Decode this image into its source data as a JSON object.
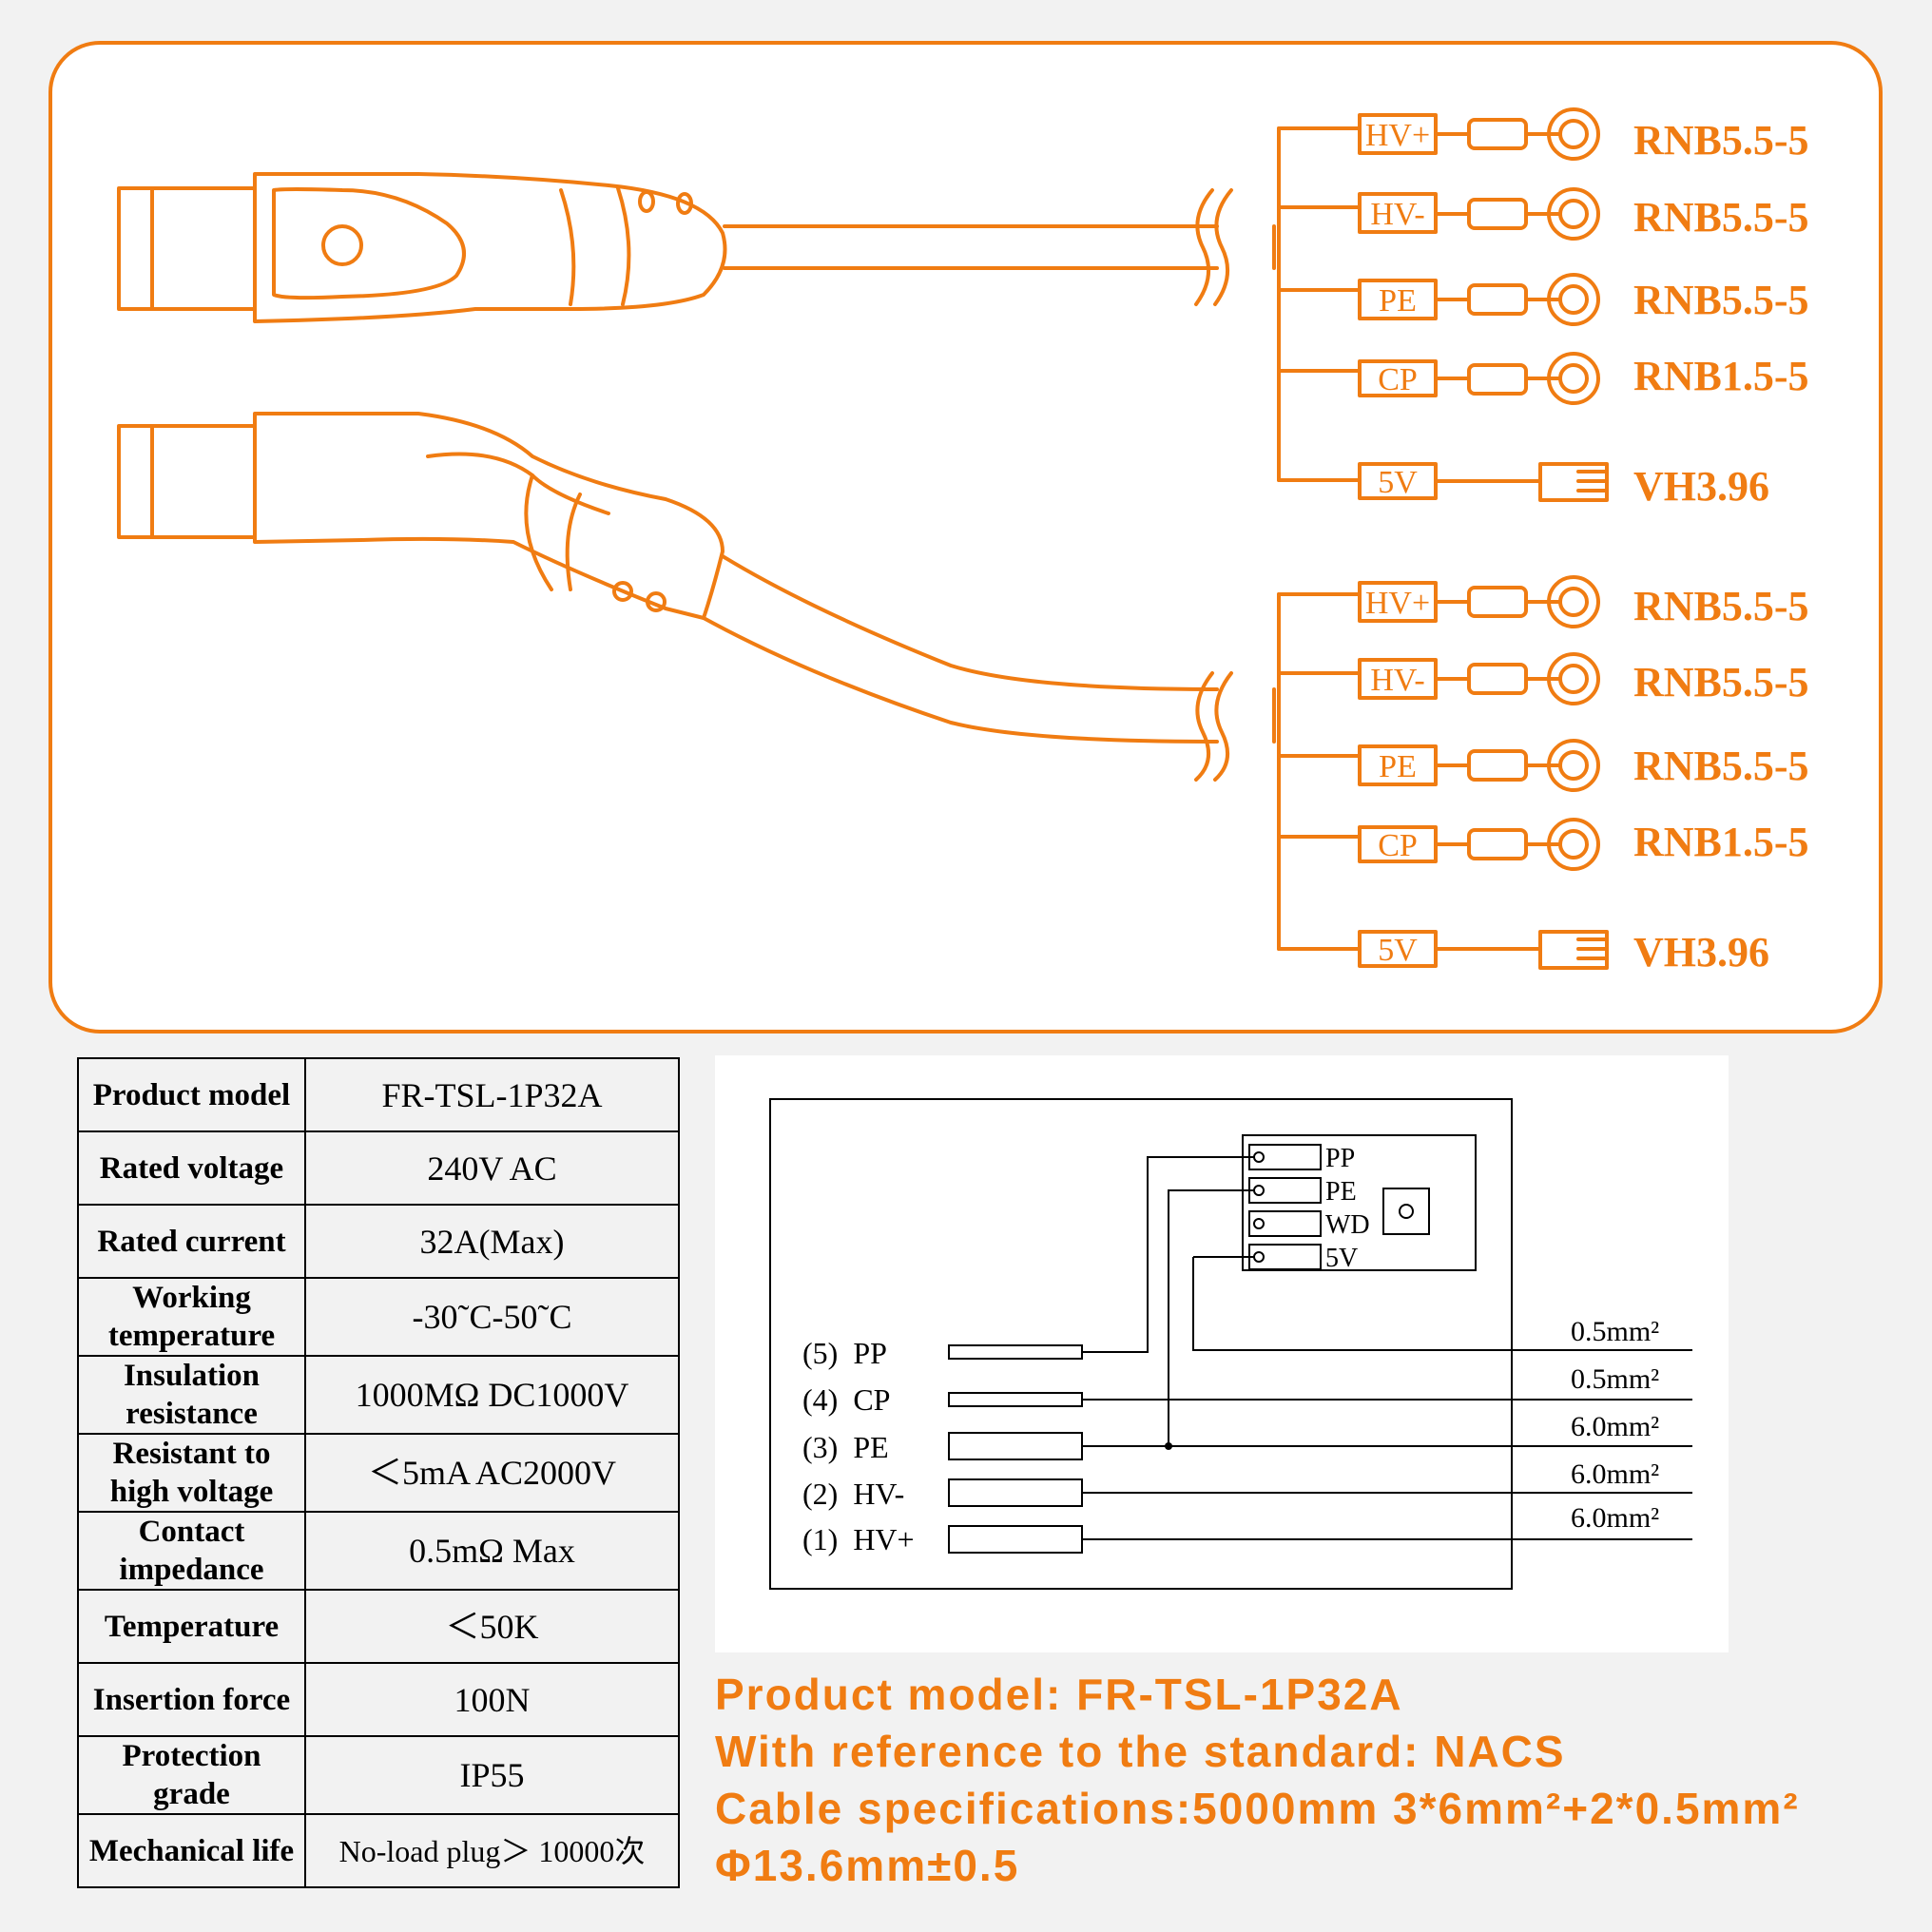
{
  "colors": {
    "accent": "#f07c12",
    "background": "#f2f2f2",
    "panel": "#ffffff",
    "ink": "#000000"
  },
  "top_diagram": {
    "groups": [
      {
        "terminals": [
          {
            "wire": "HV+",
            "connector": "RNB5.5-5"
          },
          {
            "wire": "HV-",
            "connector": "RNB5.5-5"
          },
          {
            "wire": "PE",
            "connector": "RNB5.5-5"
          },
          {
            "wire": "CP",
            "connector": "RNB1.5-5"
          },
          {
            "wire": "5V",
            "connector": "VH3.96"
          }
        ]
      },
      {
        "terminals": [
          {
            "wire": "HV+",
            "connector": "RNB5.5-5"
          },
          {
            "wire": "HV-",
            "connector": "RNB5.5-5"
          },
          {
            "wire": "PE",
            "connector": "RNB5.5-5"
          },
          {
            "wire": "CP",
            "connector": "RNB1.5-5"
          },
          {
            "wire": "5V",
            "connector": "VH3.96"
          }
        ]
      }
    ]
  },
  "spec_table": {
    "rows": [
      {
        "label": "Product model",
        "value": "FR-TSL-1P32A"
      },
      {
        "label": "Rated voltage",
        "value": "240V AC"
      },
      {
        "label": "Rated current",
        "value": "32A(Max)"
      },
      {
        "label": "Working temperature",
        "value": "-30˜C-50˜C"
      },
      {
        "label": "Insulation resistance",
        "value": "1000MΩ DC1000V"
      },
      {
        "label": "Resistant to high voltage",
        "value": "＜5mA AC2000V"
      },
      {
        "label": "Contact impedance",
        "value": "0.5mΩ Max"
      },
      {
        "label": "Temperature",
        "value": "＜50K"
      },
      {
        "label": "Insertion force",
        "value": "100N"
      },
      {
        "label": "Protection grade",
        "value": "IP55"
      },
      {
        "label": "Mechanical life",
        "value": "No-load plug＞ 10000次"
      }
    ]
  },
  "wiring_diagram": {
    "pcb_pins": [
      "PP",
      "PE",
      "WD",
      "5V"
    ],
    "wires": [
      {
        "label": "(5)  PP",
        "section": "0.5mm²"
      },
      {
        "label": "(4)  CP",
        "section": "0.5mm²"
      },
      {
        "label": "(3)  PE",
        "section": "6.0mm²"
      },
      {
        "label": "(2)  HV-",
        "section": "6.0mm²"
      },
      {
        "label": "(1)  HV+",
        "section": "6.0mm²"
      }
    ]
  },
  "info": {
    "line1": "Product model: FR-TSL-1P32A",
    "line2": "With reference to the standard: NACS",
    "line3": "Cable specifications:5000mm 3*6mm²+2*0.5mm²",
    "line4": "Φ13.6mm±0.5"
  }
}
